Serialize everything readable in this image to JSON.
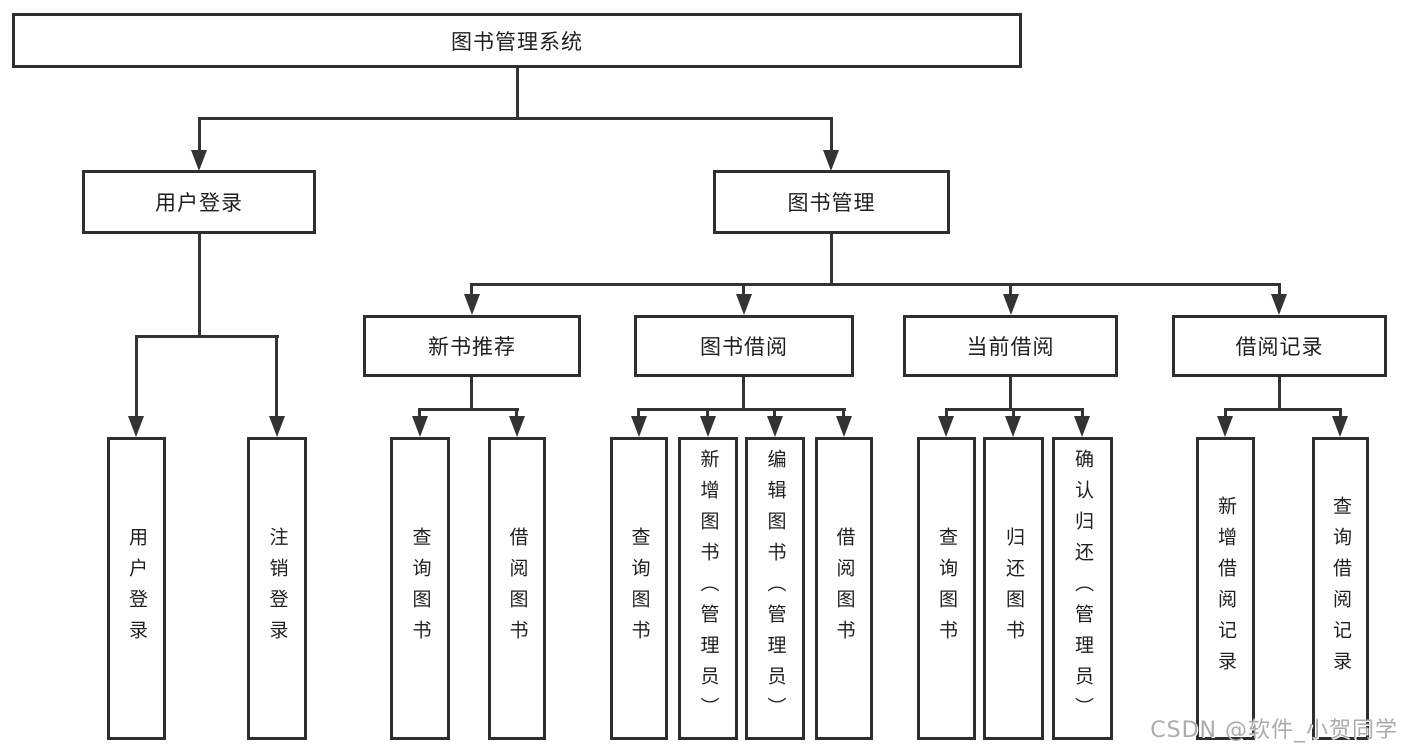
{
  "diagram": {
    "root": {
      "label": "图书管理系统"
    },
    "branches": [
      {
        "label": "用户登录",
        "children": [
          {
            "label": "用户登录"
          },
          {
            "label": "注销登录"
          }
        ]
      },
      {
        "label": "图书管理",
        "children": [
          {
            "label": "新书推荐",
            "children": [
              {
                "label": "查询图书"
              },
              {
                "label": "借阅图书"
              }
            ]
          },
          {
            "label": "图书借阅",
            "children": [
              {
                "label": "查询图书"
              },
              {
                "label": "新增图书（管理员）"
              },
              {
                "label": "编辑图书（管理员）"
              },
              {
                "label": "借阅图书"
              }
            ]
          },
          {
            "label": "当前借阅",
            "children": [
              {
                "label": "查询图书"
              },
              {
                "label": "归还图书"
              },
              {
                "label": "确认归还（管理员）"
              }
            ]
          },
          {
            "label": "借阅记录",
            "children": [
              {
                "label": "新增借阅记录"
              },
              {
                "label": "查询借阅记录"
              }
            ]
          }
        ]
      }
    ],
    "watermark": "CSDN @软件_小贺同学",
    "colors": {
      "line": "#333333",
      "border": "#2e2e2e",
      "text": "#1f1f1f",
      "background": "#ffffff",
      "watermark": "#ababab"
    }
  }
}
